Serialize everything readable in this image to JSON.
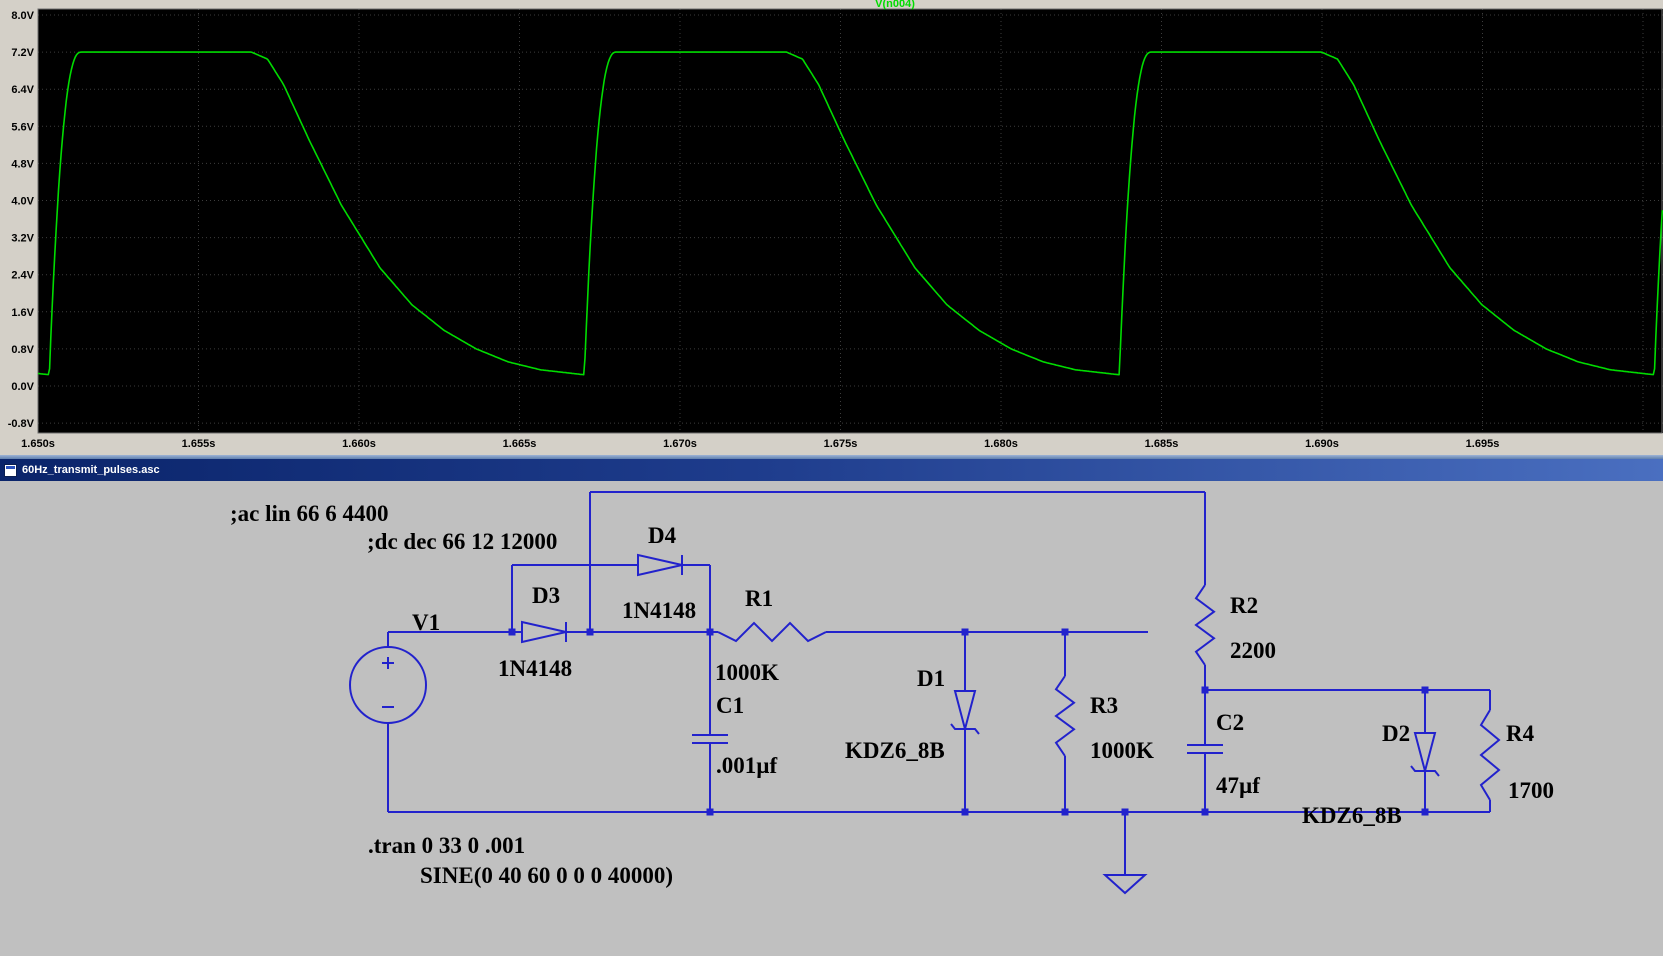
{
  "window": {
    "title": "60Hz_transmit_pulses.asc"
  },
  "chart_data": {
    "type": "line",
    "title": "",
    "trace": {
      "name": "V(n004)",
      "color": "#00dc00"
    },
    "background": "#000000",
    "frame_background": "#d4d0c8",
    "grid": true,
    "legend_position": "top-center",
    "x_axis": {
      "unit": "s",
      "min": 1.65,
      "max": 1.7006,
      "tick_values": [
        1.65,
        1.655,
        1.66,
        1.665,
        1.67,
        1.675,
        1.68,
        1.685,
        1.69,
        1.695
      ],
      "tick_labels": [
        "1.650s",
        "1.655s",
        "1.660s",
        "1.665s",
        "1.670s",
        "1.675s",
        "1.680s",
        "1.685s",
        "1.690s",
        "1.695s"
      ]
    },
    "y_axis": {
      "unit": "V",
      "min": -0.8,
      "max": 8.0,
      "tick_values": [
        8.0,
        7.2,
        6.4,
        5.6,
        4.8,
        4.0,
        3.2,
        2.4,
        1.6,
        0.8,
        0.0,
        -0.8
      ],
      "tick_labels": [
        "8.0V",
        "7.2V",
        "6.4V",
        "5.6V",
        "4.8V",
        "4.0V",
        "3.2V",
        "2.4V",
        "1.6V",
        "0.8V",
        "0.0V",
        "-0.8V"
      ]
    },
    "waveform": {
      "shape": "60 Hz pulse train: fast rise to 7.2 V, flat top ~6 ms, RC decay to ~0.2 V floor",
      "frequency_hz": 60,
      "high_v": 7.2,
      "low_v": 0.2,
      "rise_start_s": 1.65035,
      "rise_duration_s": 0.001,
      "flat_end_offset_s": 0.0063,
      "decay_keypoints_s_v": [
        [
          0,
          7.2
        ],
        [
          0.0005,
          7.05
        ],
        [
          0.001,
          6.5
        ],
        [
          0.0018,
          5.3
        ],
        [
          0.0028,
          3.9
        ],
        [
          0.004,
          2.55
        ],
        [
          0.005,
          1.75
        ],
        [
          0.006,
          1.2
        ],
        [
          0.007,
          0.8
        ],
        [
          0.008,
          0.52
        ],
        [
          0.009,
          0.35
        ],
        [
          0.0104,
          0.24
        ],
        [
          0.013,
          0.2
        ]
      ]
    }
  },
  "schematic": {
    "wire_color": "#2222cc",
    "text_color": "#000000",
    "directives": {
      "ac": ";ac lin 66 6 4400",
      "dc": ";dc dec 66 12 12000",
      "tran": ".tran 0 33 0 .001",
      "sine": "SINE(0 40 60 0 0 0 40000)"
    },
    "components": {
      "v1": {
        "ref": "V1"
      },
      "d3": {
        "ref": "D3",
        "value": "1N4148"
      },
      "d4": {
        "ref": "D4",
        "value": "1N4148"
      },
      "r1": {
        "ref": "R1",
        "value": "1000K"
      },
      "c1": {
        "ref": "C1",
        "value": ".001µf"
      },
      "d1": {
        "ref": "D1",
        "value": "KDZ6_8B"
      },
      "r3": {
        "ref": "R3",
        "value": "1000K"
      },
      "r2": {
        "ref": "R2",
        "value": "2200"
      },
      "c2": {
        "ref": "C2",
        "value": "47µf"
      },
      "d2": {
        "ref": "D2",
        "value": "KDZ6_8B"
      },
      "r4": {
        "ref": "R4",
        "value": "1700"
      }
    }
  }
}
